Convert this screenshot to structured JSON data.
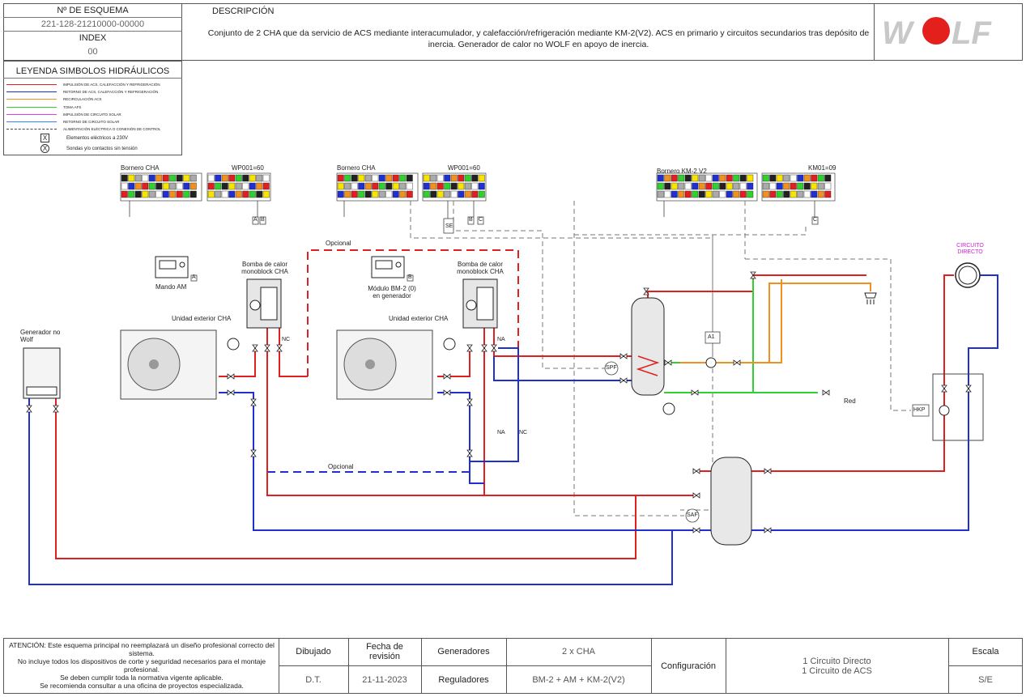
{
  "header": {
    "scheme_label": "Nº DE ESQUEMA",
    "scheme_number": "221-128-21210000-00000",
    "index_label": "INDEX",
    "index_value": "00",
    "description_label": "DESCRIPCIÓN",
    "description_text": "Conjunto de 2 CHA que da servicio de ACS mediante interacumulador, y calefacción/refrigeración mediante KM-2(V2). ACS en primario y circuitos secundarios tras depósito de inercia. Generador de calor no WOLF en apoyo de inercia.",
    "logo_text": "WOLF"
  },
  "legend": {
    "title": "LEYENDA SIMBOLOS HIDRÁULICOS",
    "items": [
      {
        "label": "IMPULSIÓN DE ACS, CALEFACCIÓN Y REFRIGERACIÓN",
        "color": "#e02020"
      },
      {
        "label": "RETORNO DE ACS, CALEFACCIÓN Y REFRIGERACIÓN",
        "color": "#2030d0"
      },
      {
        "label": "RECIRCULACIÓN ACS",
        "color": "#f09020"
      },
      {
        "label": "TOMA AFS",
        "color": "#30d030"
      },
      {
        "label": "IMPULSIÓN DE CIRCUITO SOLAR",
        "color": "#e040e0"
      },
      {
        "label": "RETORNO DE CIRCUITO SOLAR",
        "color": "#3080ff"
      },
      {
        "label": "ALIMENTACIÓN ELÉCTRICA O CONEXIÓN DE CONTROL",
        "color": "#444444"
      }
    ],
    "sym_x_label": "Elementos eléctricos a 230V",
    "sym_o_label": "Sondas y/o contactos sin tensión"
  },
  "diagram": {
    "bornero_cha_1": "Bornero CHA",
    "wp_1": "WP001=60",
    "bornero_cha_2": "Bornero CHA",
    "wp_2": "WP001=60",
    "bornero_km2": "Bornero KM-2 V2",
    "km01": "KM01=09",
    "opcional_top": "Opcional",
    "opcional_bottom": "Opcional",
    "mando_am": "Mando AM",
    "modulo_bm2": "Módulo BM-2 (0) en generador",
    "bomba_1": "Bomba de calor monoblock CHA",
    "bomba_2": "Bomba de calor monoblock CHA",
    "unidad_1": "Unidad exterior CHA",
    "unidad_2": "Unidad exterior CHA",
    "generador": "Generador no Wolf",
    "circuito_directo": "CIRCUITO DIRECTO",
    "red": "Red",
    "tags": {
      "A": "A",
      "B": "B",
      "C": "C",
      "SE": "SE",
      "A1": "A1",
      "SPF": "SPF",
      "SAF": "SAF",
      "HKP": "HKP",
      "NC": "NC",
      "NA": "NA"
    }
  },
  "footer": {
    "attention": "ATENCIÓN: Este esquema principal no reemplazará un diseño profesional correcto del sistema.\nNo incluye todos los dispositivos de corte y seguridad necesarios para el montaje profesional.\nSe deben cumplir toda la normativa vigente aplicable.\nSe recomienda consultar a una oficina de proyectos especializada.",
    "dibujado_label": "Dibujado",
    "dibujado_value": "D.T.",
    "fecha_label": "Fecha de revisión",
    "fecha_value": "21-11-2023",
    "generadores_label": "Generadores",
    "generadores_value": "2 x CHA",
    "reguladores_label": "Reguladores",
    "reguladores_value": "BM-2 + AM + KM-2(V2)",
    "configuracion_label": "Configuración",
    "configuracion_value": "1 Circuito Directo\n1 Circuito de ACS",
    "escala_label": "Escala",
    "escala_value": "S/E"
  }
}
